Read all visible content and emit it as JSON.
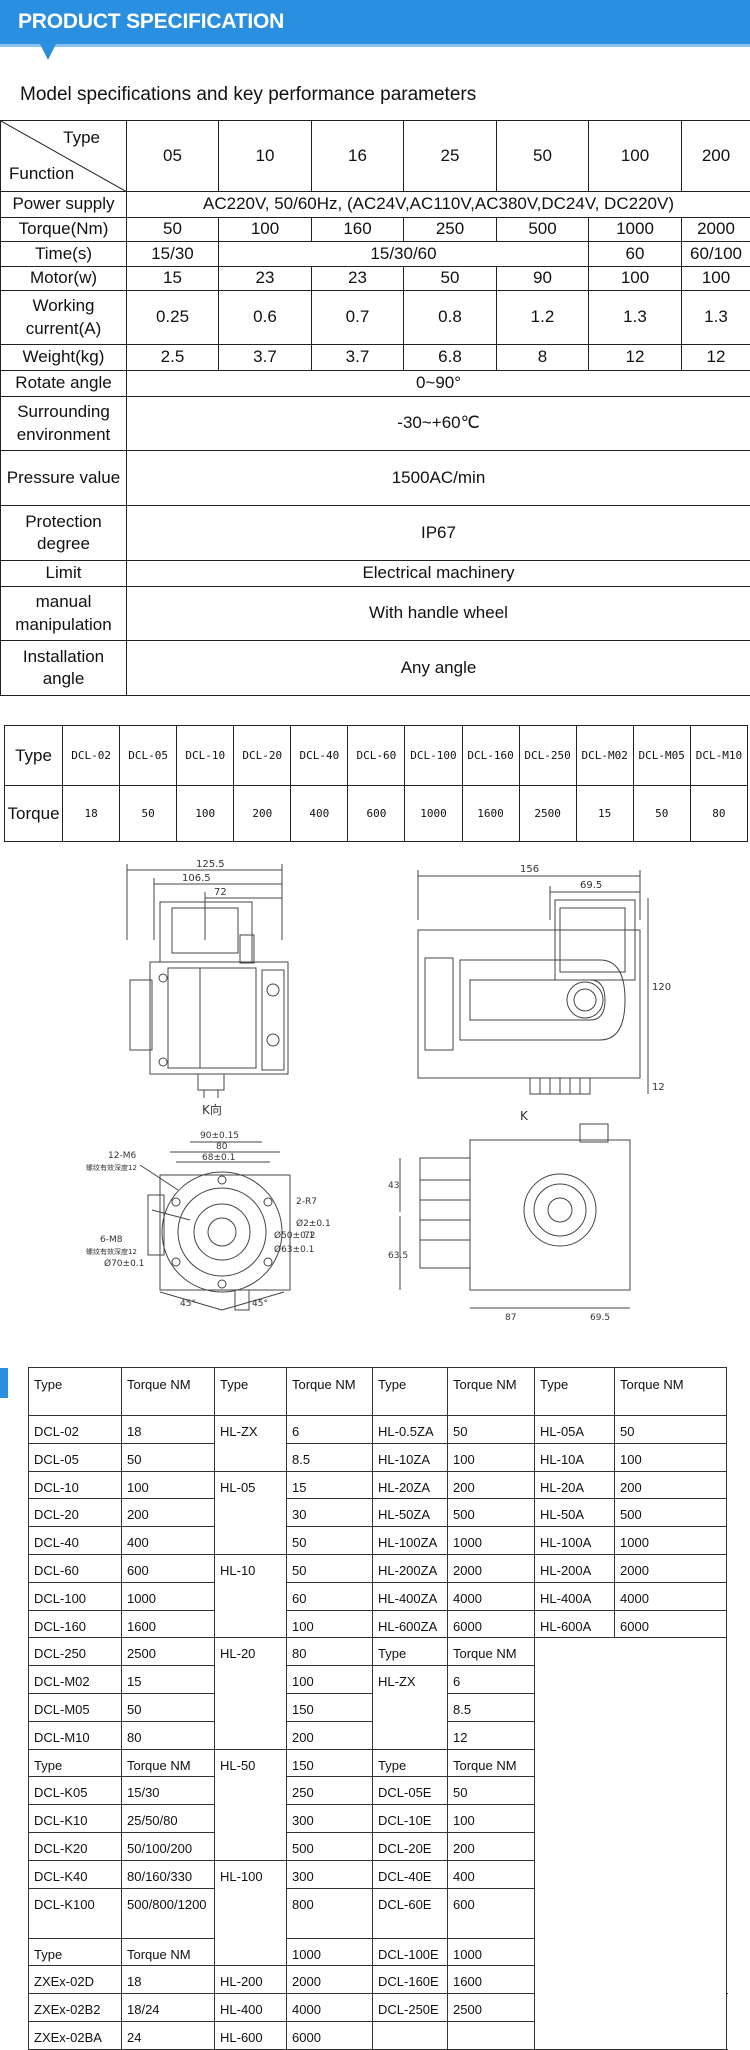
{
  "header": {
    "title": "PRODUCT SPECIFICATION"
  },
  "subtitle": "Model specifications and key performance parameters",
  "spec": {
    "corner_top": "Type",
    "corner_bottom": "Function",
    "columns": [
      "05",
      "10",
      "16",
      "25",
      "50",
      "100",
      "200"
    ],
    "power_supply": {
      "label": "Power supply",
      "value": "AC220V, 50/60Hz, (AC24V,AC110V,AC380V,DC24V, DC220V)"
    },
    "torque": {
      "label": "Torque(Nm)",
      "values": [
        "50",
        "100",
        "160",
        "250",
        "500",
        "1000",
        "2000"
      ]
    },
    "time": {
      "label": "Time(s)",
      "v05": "15/30",
      "mid": "15/30/60",
      "v100": "60",
      "v200": "60/100"
    },
    "motor": {
      "label": "Motor(w)",
      "values": [
        "15",
        "23",
        "23",
        "50",
        "90",
        "100",
        "100"
      ]
    },
    "working_current": {
      "label": "Working current(A)",
      "values": [
        "0.25",
        "0.6",
        "0.7",
        "0.8",
        "1.2",
        "1.3",
        "1.3"
      ]
    },
    "weight": {
      "label": "Weight(kg)",
      "values": [
        "2.5",
        "3.7",
        "3.7",
        "6.8",
        "8",
        "12",
        "12"
      ]
    },
    "rotate_angle": {
      "label": "Rotate angle",
      "value": "0~90°"
    },
    "surrounding": {
      "label": "Surrounding environment",
      "value": "-30~+60℃"
    },
    "pressure": {
      "label": "Pressure value",
      "value": "1500AC/min"
    },
    "protection": {
      "label": "Protection degree",
      "value": "IP67"
    },
    "limit": {
      "label": "Limit",
      "value": "Electrical machinery"
    },
    "manual": {
      "label": "manual manipulation",
      "value": "With handle wheel"
    },
    "installation": {
      "label": "Installation angle",
      "value": "Any angle"
    }
  },
  "mini": {
    "type_label": "Type",
    "torque_label": "Torque",
    "types": [
      "DCL-02",
      "DCL-05",
      "DCL-10",
      "DCL-20",
      "DCL-40",
      "DCL-60",
      "DCL-100",
      "DCL-160",
      "DCL-250",
      "DCL-M02",
      "DCL-M05",
      "DCL-M10"
    ],
    "torques": [
      "18",
      "50",
      "100",
      "200",
      "400",
      "600",
      "1000",
      "1600",
      "2500",
      "15",
      "50",
      "80"
    ]
  },
  "drawing": {
    "d1": "125.5",
    "d2": "106.5",
    "d3": "72",
    "d4": "156",
    "d5": "69.5",
    "d6": "120",
    "d7": "12",
    "view": "K向",
    "k": "K",
    "d8": "90±0.15",
    "d9": "80",
    "d10": "68±0.1",
    "n1": "12-M6",
    "n2": "螺纹有效深度12",
    "n3": "6-M8",
    "n4": "螺纹有效深度12",
    "n5": "Ø70±0.1",
    "n6": "2-R7",
    "n7": "Ø50±0.1",
    "n8": "Ø63±0.1",
    "n9": "Ø2±0.1",
    "n10": "72",
    "a1": "45°",
    "a2": "45°",
    "d11": "43",
    "d12": "63.5",
    "d13": "87",
    "d14": "69.5"
  },
  "grid": {
    "header": [
      "Type",
      "Torque NM",
      "Type",
      "Torque NM",
      "Type",
      "Torque NM",
      "Type",
      "Torque NM"
    ],
    "c1": [
      "DCL-02",
      "DCL-05",
      "DCL-10",
      "DCL-20",
      "DCL-40",
      "DCL-60",
      "DCL-100",
      "DCL-160",
      "DCL-250",
      "DCL-M02",
      "DCL-M05",
      "DCL-M10",
      "Type",
      "DCL-K05",
      "DCL-K10",
      "DCL-K20",
      "DCL-K40",
      "DCL-K100",
      "Type",
      "ZXEx-02D",
      "ZXEx-02B2",
      "ZXEx-02BA"
    ],
    "c2": [
      "18",
      "50",
      "100",
      "200",
      "400",
      "600",
      "1000",
      "1600",
      "2500",
      "15",
      "50",
      "80",
      "Torque NM",
      "15/30",
      "25/50/80",
      "50/100/200",
      "80/160/330",
      "500/800/1200",
      "Torque NM",
      "18",
      "18/24",
      "24"
    ],
    "c3": {
      "hlzx": "HL-ZX",
      "hl05": "HL-05",
      "hl10": "HL-10",
      "hl20": "HL-20",
      "hl50": "HL-50",
      "hl100": "HL-100",
      "hl200": "HL-200",
      "hl400": "HL-400",
      "hl600": "HL-600"
    },
    "c4": [
      "6",
      "8.5",
      "15",
      "30",
      "50",
      "50",
      "60",
      "100",
      "80",
      "100",
      "150",
      "200",
      "150",
      "250",
      "300",
      "500",
      "300",
      "800",
      "1000",
      "2000",
      "4000",
      "6000"
    ],
    "c5": [
      "HL-0.5ZA",
      "HL-10ZA",
      "HL-20ZA",
      "HL-50ZA",
      "HL-100ZA",
      "HL-200ZA",
      "HL-400ZA",
      "HL-600ZA",
      "Type",
      "HL-ZX",
      "Type",
      "DCL-05E",
      "DCL-10E",
      "DCL-20E",
      "DCL-40E",
      "DCL-60E",
      "DCL-100E",
      "DCL-160E",
      "DCL-250E"
    ],
    "c6": [
      "50",
      "100",
      "200",
      "500",
      "1000",
      "2000",
      "4000",
      "6000",
      "Torque NM",
      "6",
      "8.5",
      "12",
      "Torque NM",
      "50",
      "100",
      "200",
      "400",
      "600",
      "1000",
      "1600",
      "2500"
    ],
    "c7": [
      "HL-05A",
      "HL-10A",
      "HL-20A",
      "HL-50A",
      "HL-100A",
      "HL-200A",
      "HL-400A",
      "HL-600A"
    ],
    "c8": [
      "50",
      "100",
      "200",
      "500",
      "1000",
      "2000",
      "4000",
      "6000"
    ]
  }
}
